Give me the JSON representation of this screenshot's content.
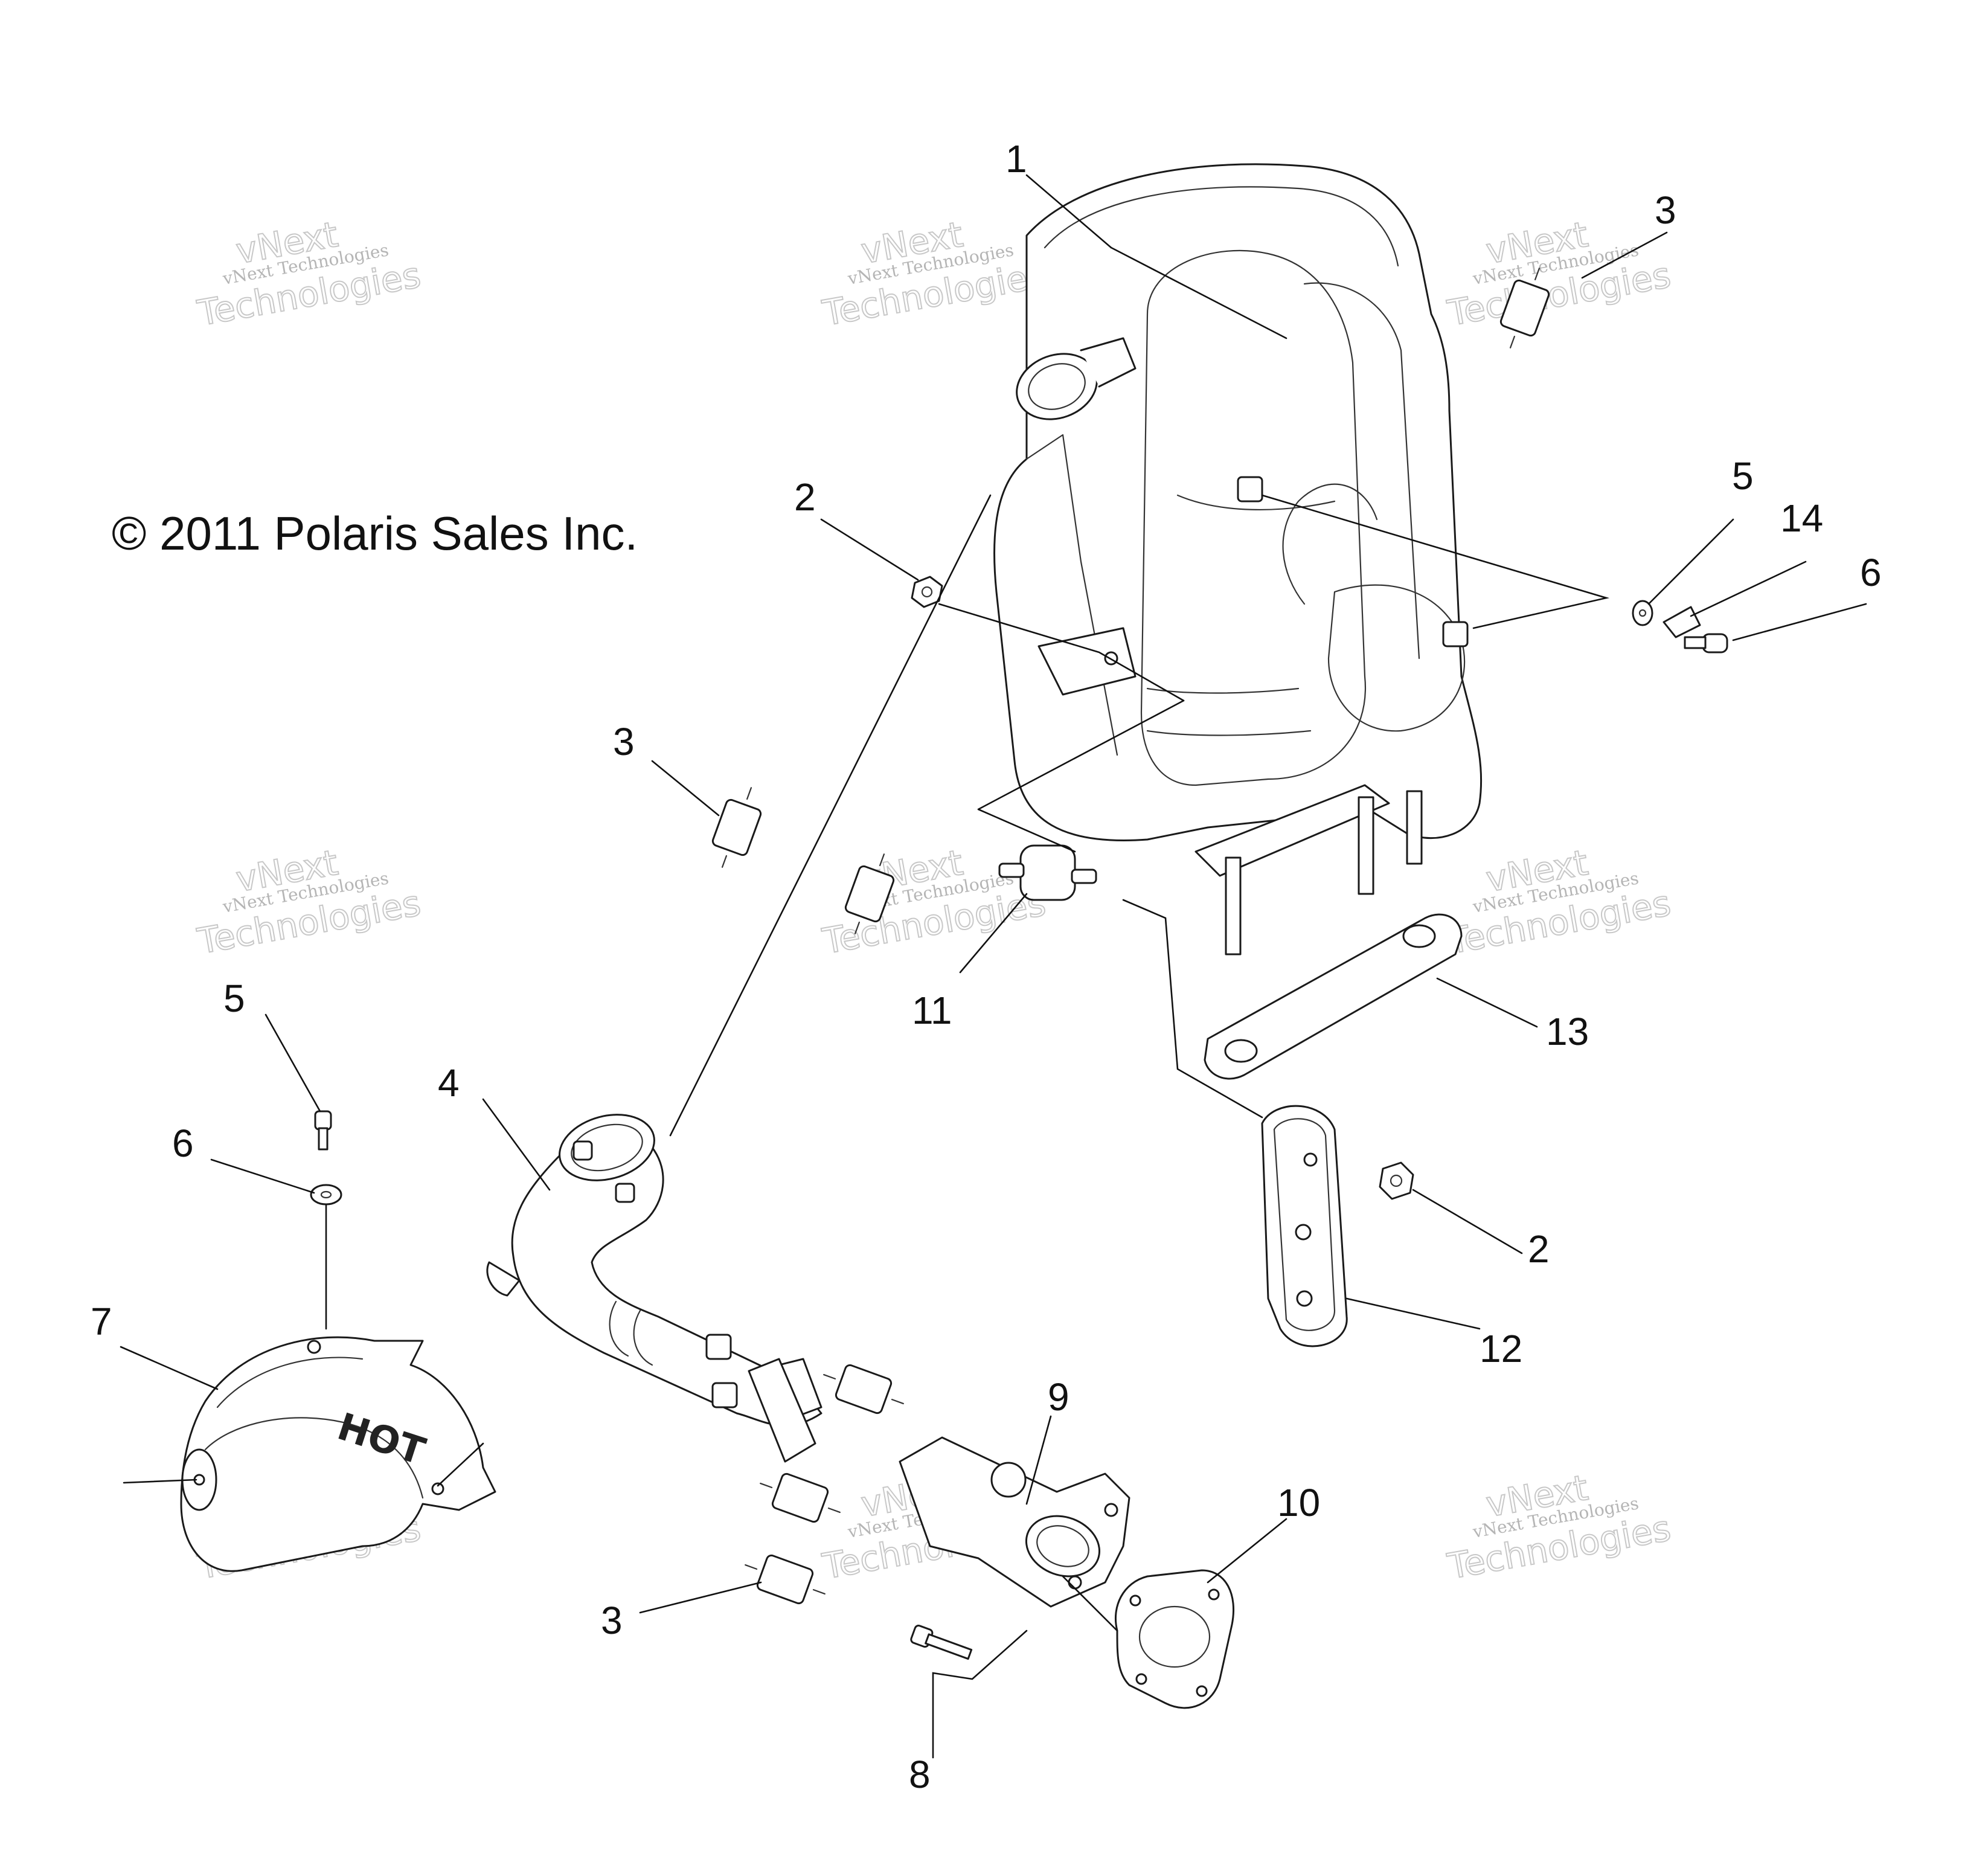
{
  "copyright": "© 2011 Polaris Sales Inc.",
  "watermark": {
    "line1": "vNext",
    "line2": "vNext Technologies",
    "line3": "Technologies"
  },
  "hot_label": "HOT",
  "callouts": [
    "1",
    "3",
    "2",
    "5",
    "14",
    "6",
    "3",
    "11",
    "13",
    "5",
    "6",
    "4",
    "2",
    "12",
    "7",
    "9",
    "10",
    "3",
    "8"
  ]
}
